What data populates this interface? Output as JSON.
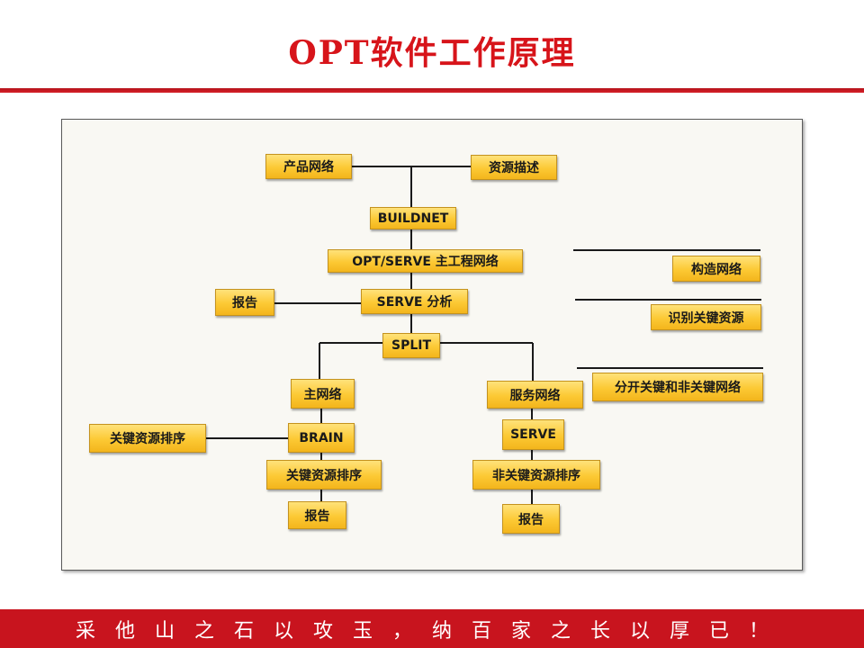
{
  "title": "OPT软件工作原理",
  "footer": "采他山之石以攻玉，纳百家之长以厚已！",
  "nodes": {
    "product_network": "产品网络",
    "resource_desc": "资源描述",
    "buildnet": "BUILDNET",
    "opt_serve": "OPT/SERVE 主工程网络",
    "report_1": "报告",
    "serve_analysis": "SERVE 分析",
    "split": "SPLIT",
    "main_network": "主网络",
    "service_network": "服务网络",
    "critical_sort_left": "关键资源排序",
    "brain": "BRAIN",
    "serve": "SERVE",
    "critical_sort": "关键资源排序",
    "noncritical_sort": "非关键资源排序",
    "report_2": "报告",
    "report_3": "报告"
  },
  "legend": {
    "build_network": "构造网络",
    "identify_critical": "识别关键资源",
    "separate_networks": "分开关键和非关键网络"
  }
}
